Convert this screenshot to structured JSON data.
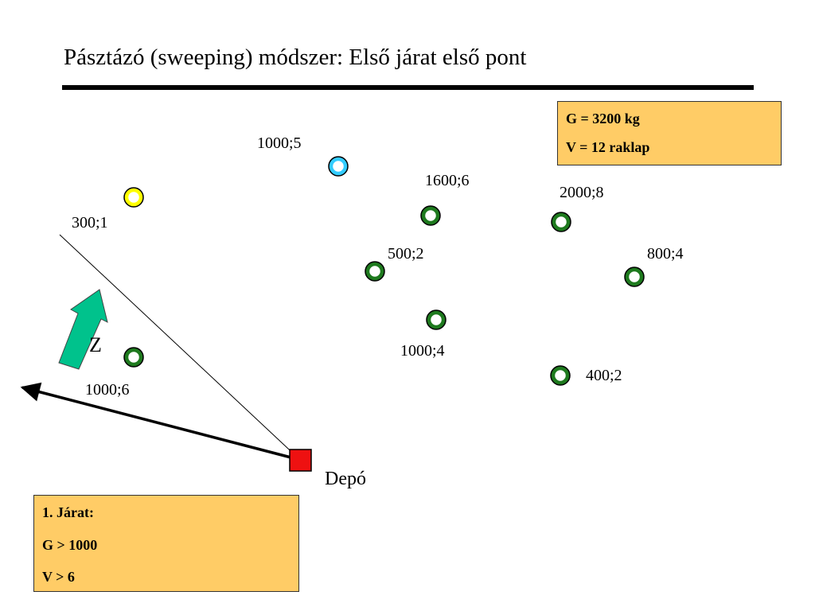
{
  "title": "Pásztázó (sweeping) módszer: Első járat első pont",
  "colors": {
    "customer": "#1e7a1e",
    "first_point": "#ffff00",
    "current_point": "#33ccff",
    "depot": "#ee1111",
    "arrow": "#00c28c",
    "info_box": "#ffcc66"
  },
  "capacity_box": {
    "line1": "G = 3200 kg",
    "line2": "V = 12 raklap"
  },
  "route_box": {
    "line1": "1. Járat:",
    "line2": "G > 1000",
    "line3": "V > 6"
  },
  "depot_label": "Depó",
  "direction_label": "Z",
  "points": [
    {
      "id": "p-300-1",
      "label": "300;1",
      "state": "first"
    },
    {
      "id": "p-1000-5",
      "label": "1000;5",
      "state": "current"
    },
    {
      "id": "p-1600-6",
      "label": "1600;6",
      "state": "normal"
    },
    {
      "id": "p-2000-8",
      "label": "2000;8",
      "state": "normal"
    },
    {
      "id": "p-500-2",
      "label": "500;2",
      "state": "normal"
    },
    {
      "id": "p-800-4",
      "label": "800;4",
      "state": "normal"
    },
    {
      "id": "p-1000-4",
      "label": "1000;4",
      "state": "normal"
    },
    {
      "id": "p-400-2",
      "label": "400;2",
      "state": "normal"
    },
    {
      "id": "p-1000-6",
      "label": "1000;6",
      "state": "normal"
    }
  ]
}
